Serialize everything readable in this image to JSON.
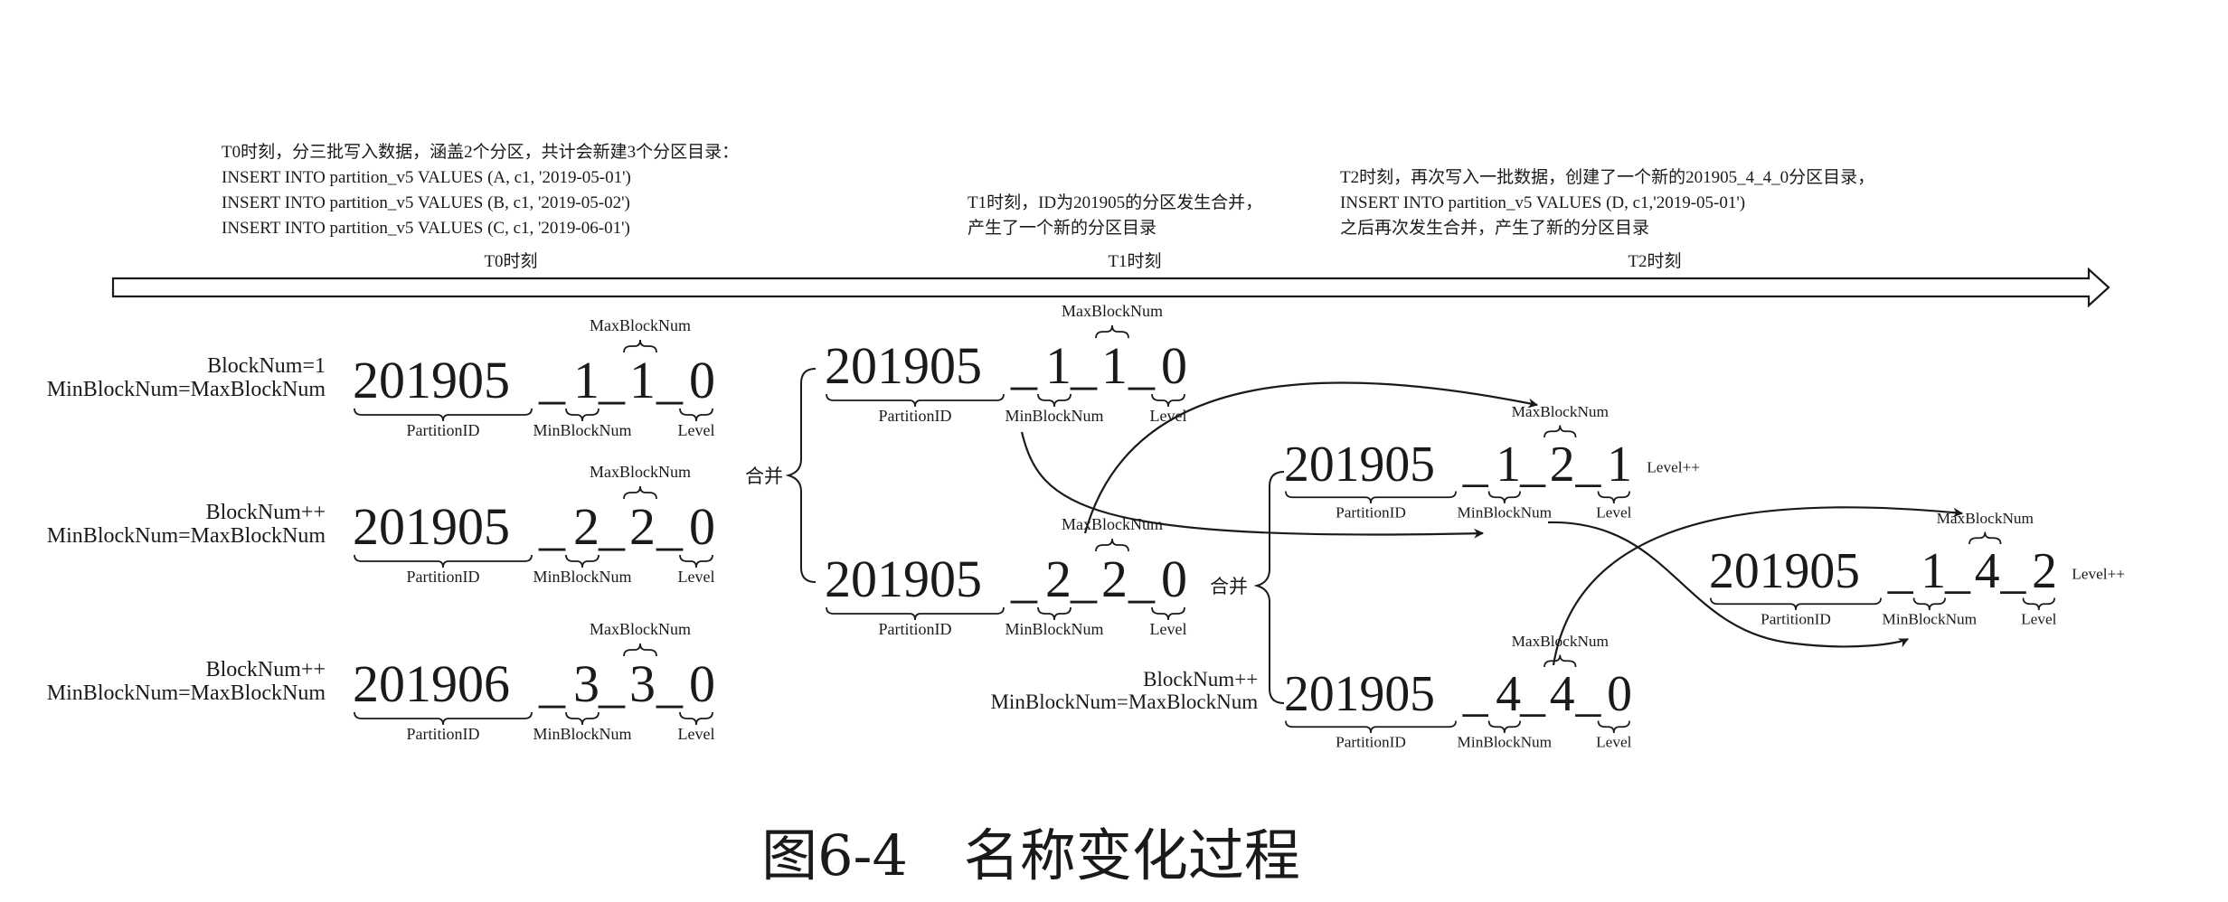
{
  "annotations": {
    "t0": {
      "lines": [
        "T0时刻，分三批写入数据，涵盖2个分区，共计会新建3个分区目录：",
        "INSERT INTO partition_v5 VALUES (A, c1, '2019-05-01')",
        "INSERT INTO partition_v5 VALUES (B, c1, '2019-05-02')",
        "INSERT INTO partition_v5 VALUES (C, c1, '2019-06-01')"
      ],
      "label": "T0时刻"
    },
    "t1": {
      "lines": [
        "T1时刻，ID为201905的分区发生合并，",
        "产生了一个新的分区目录"
      ],
      "label": "T1时刻"
    },
    "t2": {
      "lines": [
        "T2时刻，再次写入一批数据，创建了一个新的201905_4_4_0分区目录，",
        "INSERT INTO partition_v5 VALUES (D, c1,'2019-05-01')",
        "之后再次发生合并，产生了新的分区目录"
      ],
      "label": "T2时刻"
    }
  },
  "terms": {
    "partition_id": "PartitionID",
    "min_block": "MinBlockNum",
    "max_block": "MaxBlockNum",
    "level": "Level",
    "merge": "合并",
    "level_inc": "Level++"
  },
  "parts": {
    "t0_a": {
      "pid": "201905",
      "min": "1",
      "max": "1",
      "level": "0",
      "side1": "BlockNum=1",
      "side2": "MinBlockNum=MaxBlockNum"
    },
    "t0_b": {
      "pid": "201905",
      "min": "2",
      "max": "2",
      "level": "0",
      "side1": "BlockNum++",
      "side2": "MinBlockNum=MaxBlockNum"
    },
    "t0_c": {
      "pid": "201906",
      "min": "3",
      "max": "3",
      "level": "0",
      "side1": "BlockNum++",
      "side2": "MinBlockNum=MaxBlockNum"
    },
    "t1_a": {
      "pid": "201905",
      "min": "1",
      "max": "1",
      "level": "0"
    },
    "t1_b": {
      "pid": "201905",
      "min": "2",
      "max": "2",
      "level": "0"
    },
    "t1_merged": {
      "pid": "201905",
      "min": "1",
      "max": "2",
      "level": "1"
    },
    "t2_new": {
      "pid": "201905",
      "min": "4",
      "max": "4",
      "level": "0",
      "side1": "BlockNum++",
      "side2": "MinBlockNum=MaxBlockNum"
    },
    "t2_merged": {
      "pid": "201905",
      "min": "1",
      "max": "4",
      "level": "2"
    }
  },
  "caption": "图6-4　名称变化过程"
}
